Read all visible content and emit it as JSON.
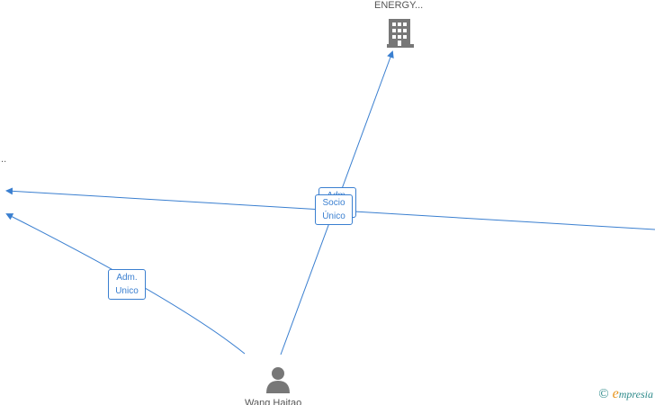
{
  "nodes": {
    "company_top": {
      "label": "ENERGY...",
      "icon": "building-icon"
    },
    "company_left": {
      "label": "..."
    },
    "person": {
      "label": "Wang Haitao",
      "icon": "person-icon"
    }
  },
  "edge_labels": {
    "socio_unico_back_line1": "Adm.",
    "socio_unico_line1": "Socio",
    "socio_unico_line2": "Único",
    "adm_unico_line1": "Adm.",
    "adm_unico_line2": "Unico"
  },
  "brand": {
    "copyright": "©",
    "e": "e",
    "rest": "mpresia"
  },
  "colors": {
    "edge": "#3a7fd0",
    "node_icon": "#777777"
  }
}
